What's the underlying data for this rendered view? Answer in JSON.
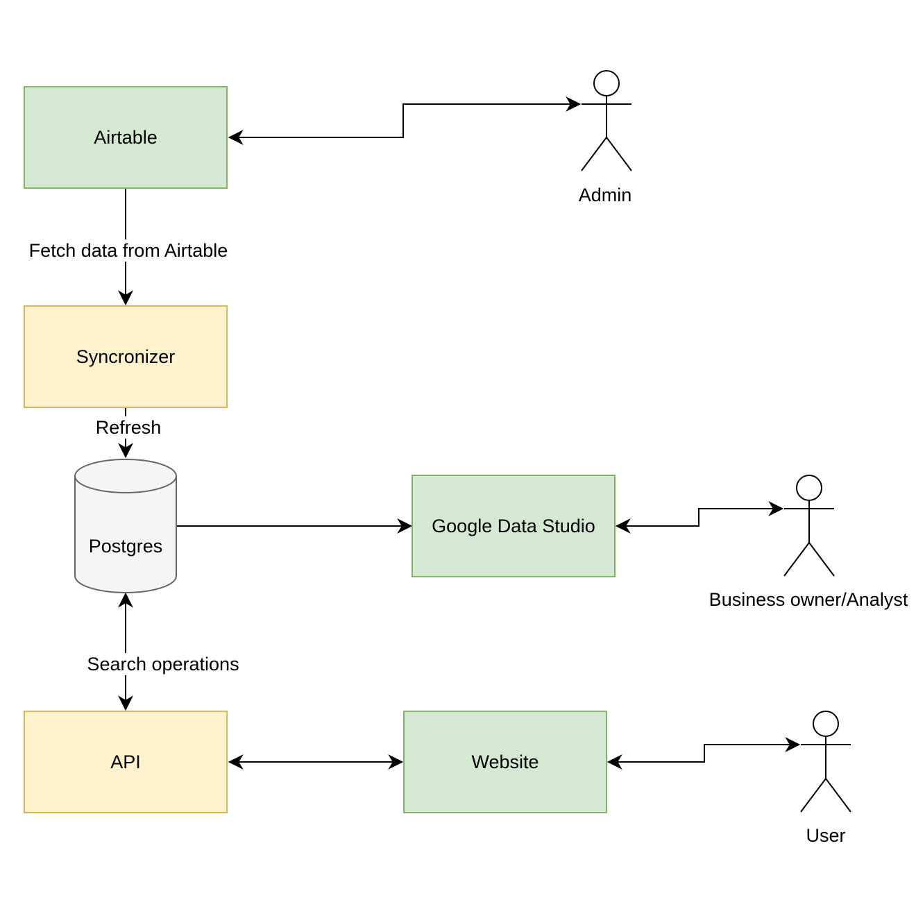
{
  "nodes": {
    "airtable": "Airtable",
    "syncronizer": "Syncronizer",
    "postgres": "Postgres",
    "google_data_studio": "Google Data Studio",
    "api": "API",
    "website": "Website"
  },
  "actors": {
    "admin": "Admin",
    "business_owner": "Business owner/Analyst",
    "user": "User"
  },
  "edge_labels": {
    "fetch": "Fetch data from Airtable",
    "refresh": "Refresh",
    "search": "Search operations"
  },
  "colors": {
    "green_fill": "#d5e8d4",
    "green_stroke": "#82b366",
    "yellow_fill": "#fff2cc",
    "yellow_stroke": "#d6b656",
    "db_fill": "#f5f5f5",
    "db_stroke": "#666666"
  }
}
